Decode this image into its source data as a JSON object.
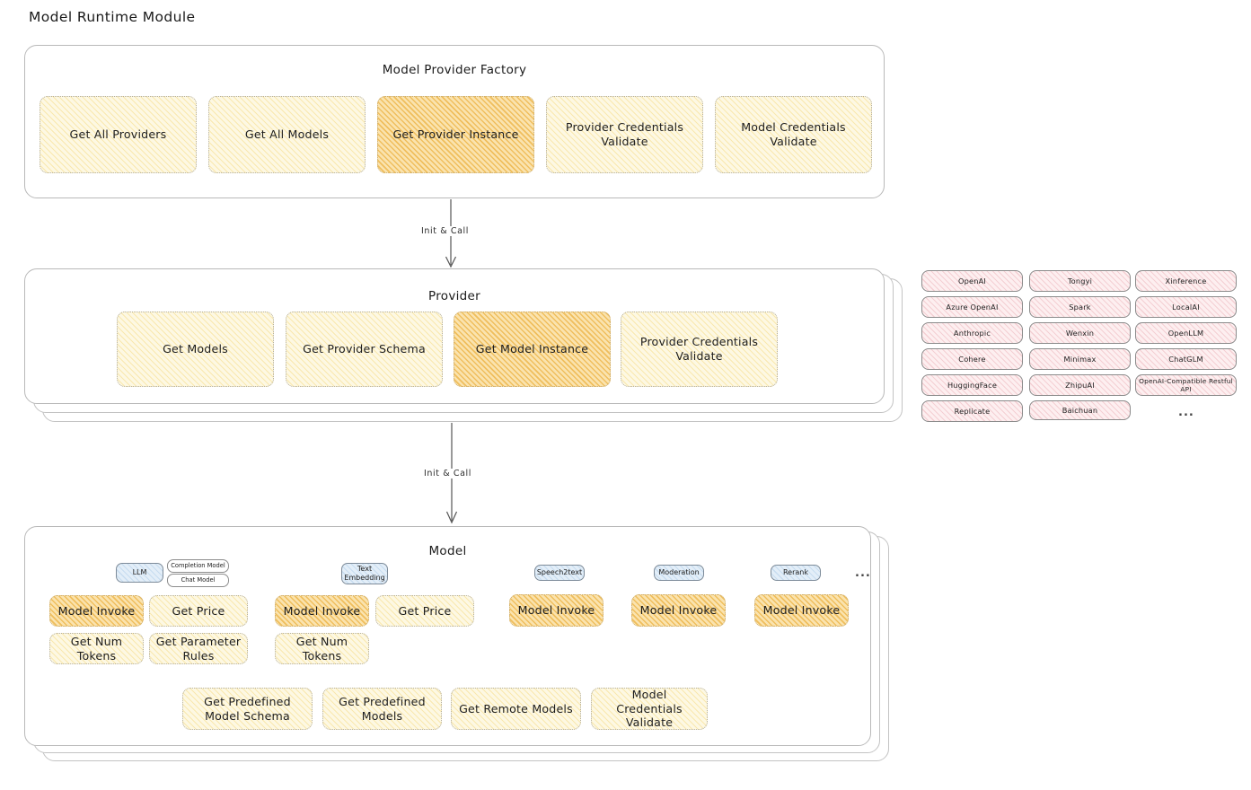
{
  "page": {
    "title": "Model Runtime Module"
  },
  "factory": {
    "title": "Model Provider Factory",
    "nodes": [
      {
        "label": "Get All Providers",
        "highlight": false
      },
      {
        "label": "Get All Models",
        "highlight": false
      },
      {
        "label": "Get Provider Instance",
        "highlight": true
      },
      {
        "label": "Provider Credentials Validate",
        "highlight": false
      },
      {
        "label": "Model Credentials Validate",
        "highlight": false
      }
    ]
  },
  "arrow1": {
    "label": "Init & Call"
  },
  "provider": {
    "title": "Provider",
    "nodes": [
      {
        "label": "Get Models",
        "highlight": false
      },
      {
        "label": "Get Provider Schema",
        "highlight": false
      },
      {
        "label": "Get Model Instance",
        "highlight": true
      },
      {
        "label": "Provider Credentials Validate",
        "highlight": false
      }
    ]
  },
  "provider_list": {
    "columns": [
      [
        "OpenAI",
        "Azure OpenAI",
        "Anthropic",
        "Cohere",
        "HuggingFace",
        "Replicate"
      ],
      [
        "Tongyi",
        "Spark",
        "Wenxin",
        "Minimax",
        "ZhipuAI",
        "Baichuan"
      ],
      [
        "Xinference",
        "LocalAI",
        "OpenLLM",
        "ChatGLM",
        "OpenAI-Compatible Restful API"
      ]
    ],
    "more": "..."
  },
  "arrow2": {
    "label": "Init & Call"
  },
  "model": {
    "title": "Model",
    "more": "...",
    "types": [
      {
        "badge": "LLM",
        "sub_badges": [
          "Completion Model",
          "Chat Model"
        ],
        "nodes": [
          {
            "label": "Model Invoke",
            "highlight": true
          },
          {
            "label": "Get Price",
            "highlight": false
          },
          {
            "label": "Get Num Tokens",
            "highlight": false
          },
          {
            "label": "Get Parameter Rules",
            "highlight": false
          }
        ]
      },
      {
        "badge": "Text Embedding",
        "sub_badges": [],
        "nodes": [
          {
            "label": "Model Invoke",
            "highlight": true
          },
          {
            "label": "Get Price",
            "highlight": false
          },
          {
            "label": "Get Num Tokens",
            "highlight": false
          }
        ]
      },
      {
        "badge": "Speech2text",
        "sub_badges": [],
        "nodes": [
          {
            "label": "Model Invoke",
            "highlight": true
          }
        ]
      },
      {
        "badge": "Moderation",
        "sub_badges": [],
        "nodes": [
          {
            "label": "Model Invoke",
            "highlight": true
          }
        ]
      },
      {
        "badge": "Rerank",
        "sub_badges": [],
        "nodes": [
          {
            "label": "Model Invoke",
            "highlight": true
          }
        ]
      }
    ],
    "common_nodes": [
      {
        "label": "Get Predefined Model Schema"
      },
      {
        "label": "Get Predefined Models"
      },
      {
        "label": "Get Remote Models"
      },
      {
        "label": "Model Credentials Validate"
      }
    ]
  },
  "colors": {
    "highlight_fill": "#fae3ae",
    "light_fill": "#fdf8e3",
    "provider_pill": "#fdeff0",
    "type_badge": "#e3eef8",
    "panel_border": "#b9b9b9"
  }
}
